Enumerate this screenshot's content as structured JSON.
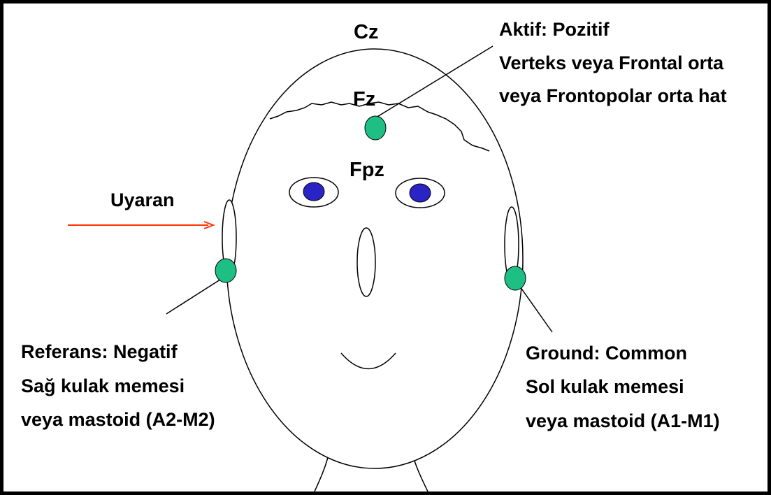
{
  "electrodes": {
    "cz": "Cz",
    "fz": "Fz",
    "fpz": "Fpz"
  },
  "stimulus": {
    "label": "Uyaran",
    "arrow_color": "#ff3300"
  },
  "active_note": {
    "line1": "Aktif: Pozitif",
    "line2": "Verteks veya Frontal orta",
    "line3": "veya Frontopolar orta hat"
  },
  "reference_note": {
    "line1": "Referans: Negatif",
    "line2": "Sağ kulak memesi",
    "line3": "veya mastoid (A2-M2)"
  },
  "ground_note": {
    "line1": "Ground: Common",
    "line2": "Sol kulak memesi",
    "line3": "veya mastoid (A1-M1)"
  },
  "colors": {
    "electrode_fill": "#1dbf84",
    "pupil_fill": "#2a24c4",
    "outline": "#000000"
  },
  "icons": [
    "head-outline",
    "electrode-dot",
    "eye",
    "stimulus-arrow"
  ]
}
